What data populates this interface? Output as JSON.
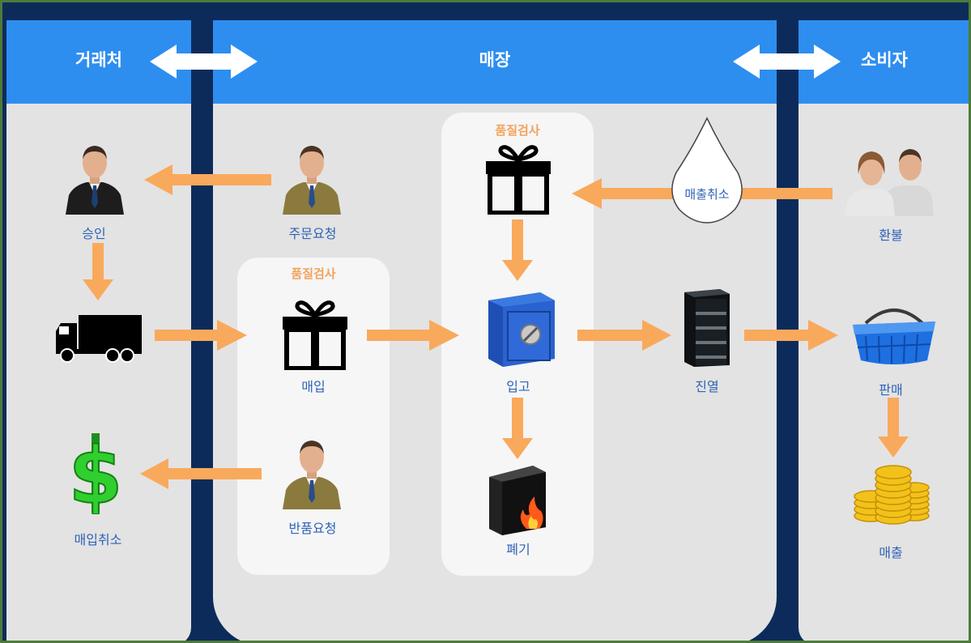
{
  "lanes": {
    "left_title": "거래처",
    "middle_title": "매장",
    "right_title": "소비자"
  },
  "quality_check_title": "품질검사",
  "nodes": {
    "approve": "승인",
    "order_request": "주문요청",
    "purchase": "매입",
    "return_request": "반품요청",
    "purchase_cancel": "매입취소",
    "stock_in": "입고",
    "discard": "폐기",
    "display": "진열",
    "sales_cancel": "매출취소",
    "refund": "환불",
    "sell": "판매",
    "revenue": "매출"
  },
  "colors": {
    "lane_header": "#2d8ef0",
    "lane_body": "#e3e3e3",
    "divider": "#0d2b5a",
    "arrow": "#f9a95b",
    "label_text": "#2f63b8",
    "qc_text": "#f2a35c"
  },
  "icons": {
    "approve": "businessman-dark-icon",
    "order_request": "businessman-olive-icon",
    "return_request": "businessman-olive-icon",
    "truck": "truck-icon",
    "purchase_cancel": "dollar-sign-icon",
    "gift_purchase": "gift-box-icon",
    "gift_qc": "gift-box-icon",
    "stock_in": "safe-icon",
    "discard": "burning-box-icon",
    "display": "shelf-icon",
    "sales_cancel": "water-drop-icon",
    "refund": "couple-icon",
    "sell": "shopping-basket-icon",
    "revenue": "gold-coins-icon"
  }
}
